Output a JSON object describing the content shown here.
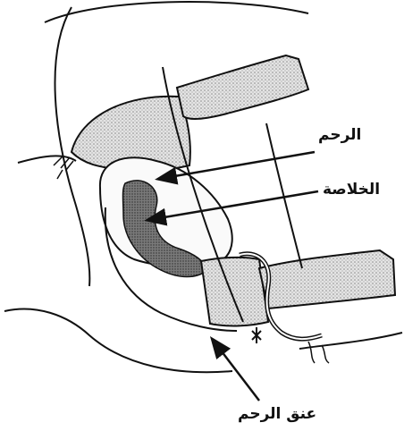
{
  "labels": {
    "uterus": "الرحم",
    "endometrium": "الخلاصة",
    "cervix": "عنق الرحم"
  },
  "colors": {
    "ink": "#111111",
    "stipple": "#c9c9c9",
    "endometrium_fill": "#6f6f6f"
  }
}
